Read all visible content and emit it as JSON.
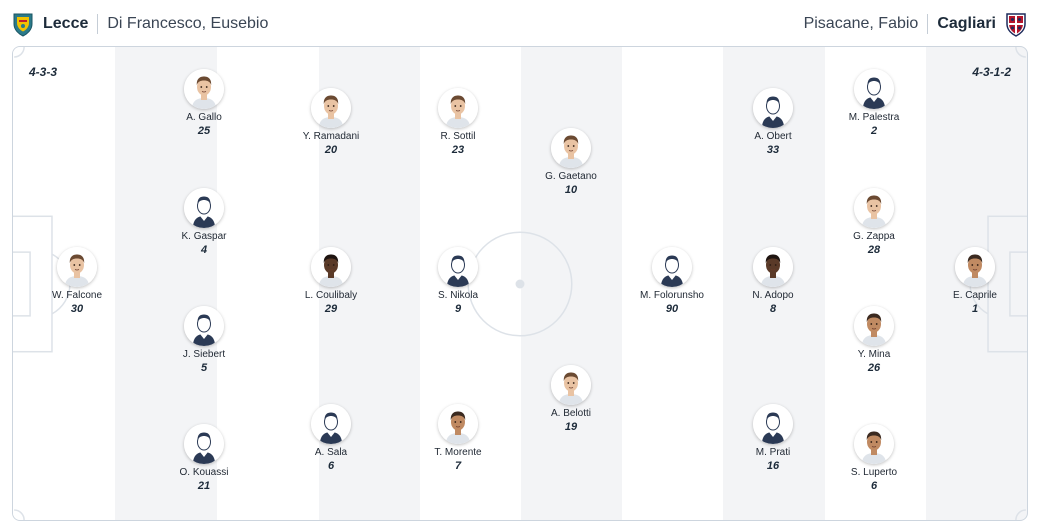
{
  "home": {
    "name": "Lecce",
    "coach": "Di Francesco, Eusebio",
    "formation": "4-3-3",
    "crest_color": "#f2c200"
  },
  "away": {
    "name": "Cagliari",
    "coach": "Pisacane, Fabio",
    "formation": "4-3-1-2",
    "crest_color": "#b5152b"
  },
  "players": [
    {
      "name": "W. Falcone",
      "number": "30",
      "avatar": "photo-light"
    },
    {
      "name": "A. Gallo",
      "number": "25",
      "avatar": "photo-light"
    },
    {
      "name": "K. Gaspar",
      "number": "4",
      "avatar": "silhouette"
    },
    {
      "name": "J. Siebert",
      "number": "5",
      "avatar": "silhouette"
    },
    {
      "name": "O. Kouassi",
      "number": "21",
      "avatar": "silhouette"
    },
    {
      "name": "Y. Ramadani",
      "number": "20",
      "avatar": "photo-light"
    },
    {
      "name": "L. Coulibaly",
      "number": "29",
      "avatar": "photo-dark"
    },
    {
      "name": "A. Sala",
      "number": "6",
      "avatar": "silhouette"
    },
    {
      "name": "R. Sottil",
      "number": "23",
      "avatar": "photo-light"
    },
    {
      "name": "S. Nikola",
      "number": "9",
      "avatar": "silhouette"
    },
    {
      "name": "T. Morente",
      "number": "7",
      "avatar": "photo-tan"
    },
    {
      "name": "G. Gaetano",
      "number": "10",
      "avatar": "photo-light"
    },
    {
      "name": "A. Belotti",
      "number": "19",
      "avatar": "photo-light"
    },
    {
      "name": "M. Folorunsho",
      "number": "90",
      "avatar": "silhouette"
    },
    {
      "name": "A. Obert",
      "number": "33",
      "avatar": "silhouette"
    },
    {
      "name": "N. Adopo",
      "number": "8",
      "avatar": "photo-dark"
    },
    {
      "name": "M. Prati",
      "number": "16",
      "avatar": "silhouette"
    },
    {
      "name": "M. Palestra",
      "number": "2",
      "avatar": "silhouette"
    },
    {
      "name": "G. Zappa",
      "number": "28",
      "avatar": "photo-light"
    },
    {
      "name": "Y. Mina",
      "number": "26",
      "avatar": "photo-tan"
    },
    {
      "name": "S. Luperto",
      "number": "6",
      "avatar": "photo-tan"
    },
    {
      "name": "E. Caprile",
      "number": "1",
      "avatar": "photo-tan"
    }
  ]
}
